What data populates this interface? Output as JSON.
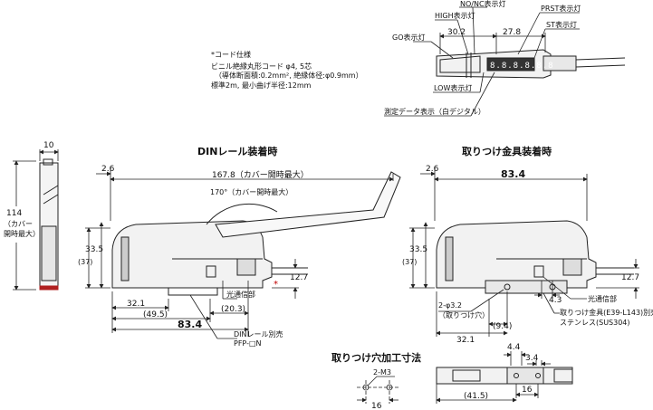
{
  "top_callouts": {
    "no_nc": "NO/NC表示灯",
    "high": "HIGH表示灯",
    "prst": "PRST表示灯",
    "go": "GO表示灯",
    "st": "ST表示灯",
    "dim_30_2": "30.2",
    "dim_27_8": "27.8",
    "low": "LOW表示灯",
    "measured": "測定データ表示（白デジタル）"
  },
  "cord_note": {
    "l1": "*コード仕様",
    "l2": "ビニル絶縁丸形コード φ4, 5芯",
    "l3": "（導体断面積:0.2mm², 絶縁体径:φ0.9mm）",
    "l4": "標準2m, 最小曲げ半径:12mm"
  },
  "side_view": {
    "w": "10",
    "h": "114",
    "h_note1": "（カバー",
    "h_note2": "開時最大）"
  },
  "din_view": {
    "title": "DINレール装着時",
    "d_2_6": "2.6",
    "d_167_8": "167.8（カバー開時最大）",
    "angle": "170°（カバー開時最大）",
    "d_33_5": "33.5",
    "d_37": "(37)",
    "d_12_7": "12.7",
    "d_32_1": "32.1",
    "d_49_5": "(49.5)",
    "d_20_3": "(20.3)",
    "d_83_4": "83.4",
    "optical": "光通信部",
    "rail1": "DINレール別売",
    "rail2": "PFP-□N"
  },
  "bracket_view": {
    "title": "取りつけ金具装着時",
    "d_2_6": "2.6",
    "d_83_4": "83.4",
    "d_33_5": "33.5",
    "d_37": "(37)",
    "d_12_7": "12.7",
    "d_4_3": "4.3",
    "optical": "光通信部",
    "hole1": "2-φ3.2",
    "hole2": "（取りつけ穴）",
    "d_9_4": "(9.4)",
    "d_32_1": "32.1",
    "bk1": "取りつけ金具(E39-L143)別売",
    "bk2": "ステンレス(SUS304)"
  },
  "hole_detail": {
    "title": "取りつけ穴加工寸法",
    "m3": "2-M3",
    "d_16": "16"
  },
  "bottom_view": {
    "d_4_4": "4.4",
    "d_3_4": "3.4",
    "d_16": "16",
    "d_41_5": "(41.5)"
  }
}
